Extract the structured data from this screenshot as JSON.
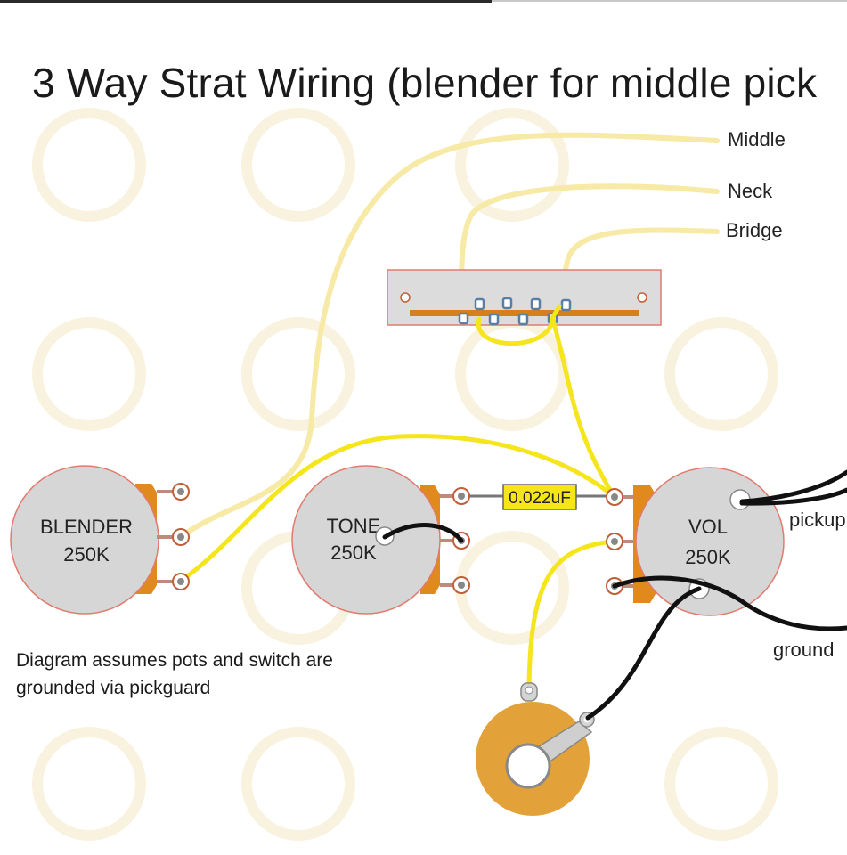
{
  "title": "3 Way Strat Wiring (blender for middle pick",
  "pickups": {
    "middle": "Middle",
    "neck": "Neck",
    "bridge": "Bridge"
  },
  "pots": {
    "blender": {
      "name": "BLENDER",
      "value": "250K"
    },
    "tone": {
      "name": "TONE",
      "value": "250K"
    },
    "volume": {
      "name": "VOL",
      "value": "250K"
    }
  },
  "capacitor": "0.022uF",
  "labels": {
    "pickup": "pickup",
    "ground": "ground"
  },
  "note": {
    "line1": "Diagram assumes pots and switch are",
    "line2": "grounded via pickguard"
  },
  "colors": {
    "pickup_wire": "#f7e9a6",
    "yellow_wire": "#f5e51c",
    "black_wire": "#111111",
    "pot_body": "#d6d6d6",
    "pot_lug_tab": "#e08a1e",
    "switch_plate": "#dcdcdc",
    "switch_bar": "#d5801a",
    "jack": "#e3a13a",
    "capacitor": "#f7e51c"
  }
}
